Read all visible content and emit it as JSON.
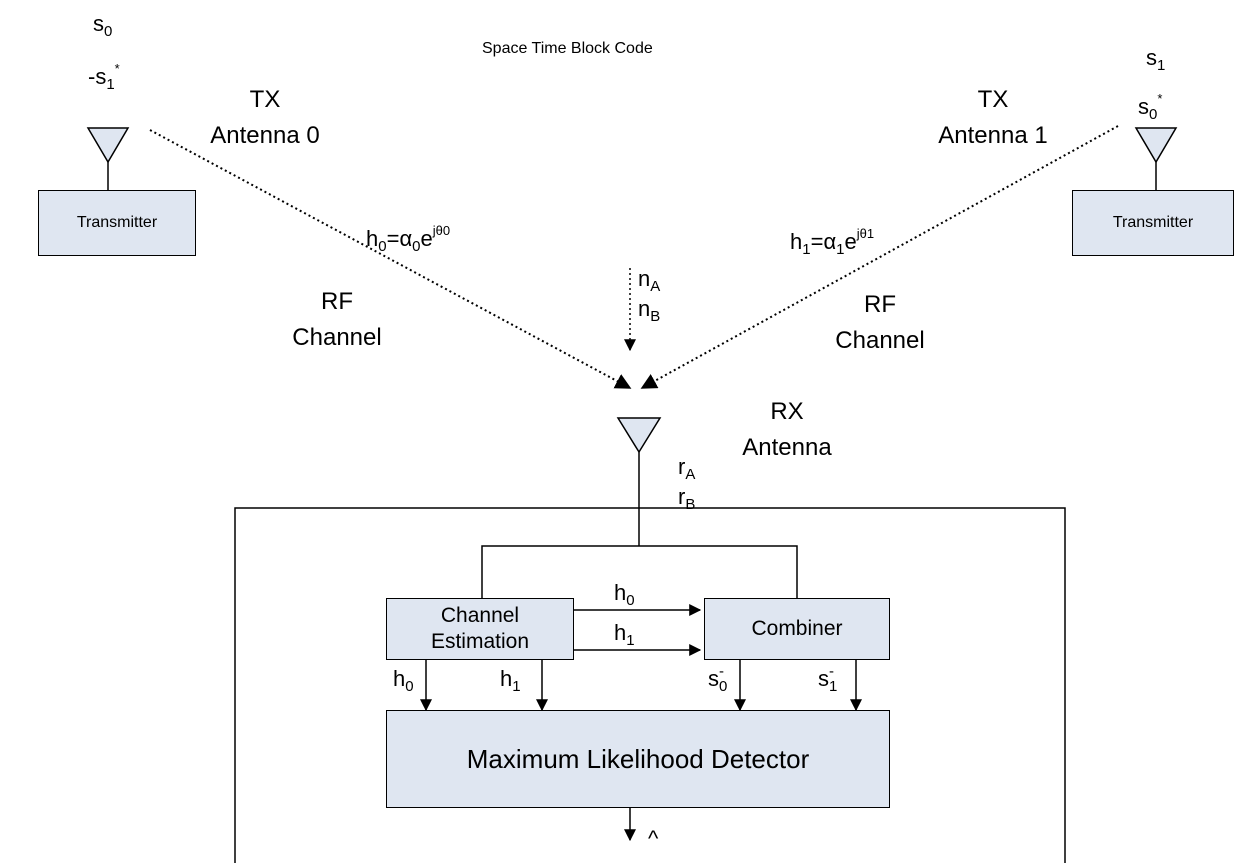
{
  "title": "Space Time Block Code",
  "tx0": {
    "sym_top_base": "s",
    "sym_top_sub": "0",
    "sym_bot_base": "-s",
    "sym_bot_sub": "1",
    "sym_bot_sup": "*",
    "antenna_line1": "TX",
    "antenna_line2": "Antenna 0",
    "transmitter": "Transmitter",
    "channel_line1": "RF",
    "channel_line2": "Channel",
    "h_base": "h",
    "h_sub": "0",
    "h_eq": "=α",
    "h_alpha_sub": "0",
    "h_e": "e",
    "h_exp": "jθ0"
  },
  "tx1": {
    "sym_top_base": "s",
    "sym_top_sub": "1",
    "sym_bot_base": "s",
    "sym_bot_sub": "0",
    "sym_bot_sup": "*",
    "antenna_line1": "TX",
    "antenna_line2": "Antenna 1",
    "transmitter": "Transmitter",
    "channel_line1": "RF",
    "channel_line2": "Channel",
    "h_base": "h",
    "h_sub": "1",
    "h_eq": "=α",
    "h_alpha_sub": "1",
    "h_e": "e",
    "h_exp": "jθ1"
  },
  "noise": {
    "a_base": "n",
    "a_sub": "A",
    "b_base": "n",
    "b_sub": "B"
  },
  "rx": {
    "antenna_line1": "RX",
    "antenna_line2": "Antenna",
    "ra_base": "r",
    "ra_sub": "A",
    "rb_base": "r",
    "rb_sub": "B"
  },
  "blocks": {
    "channel_estimation_line1": "Channel",
    "channel_estimation_line2": "Estimation",
    "combiner": "Combiner",
    "ml_detector": "Maximum Likelihood Detector"
  },
  "signals": {
    "h": "h",
    "h0_sub": "0",
    "h1_sub": "1",
    "s": "s",
    "s_bar": "-",
    "s0_sub": "0",
    "s1_sub": "1",
    "output_hat": "^"
  }
}
